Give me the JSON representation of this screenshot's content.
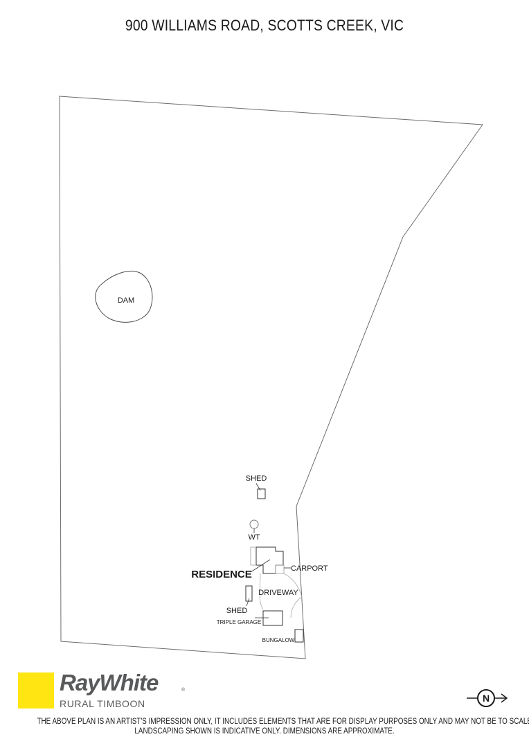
{
  "title": "900 WILLIAMS ROAD, SCOTTS CREEK, VIC",
  "plan": {
    "labels": {
      "dam": "DAM",
      "shed_north": "SHED",
      "water_tank": "WT",
      "residence": "RESIDENCE",
      "carport": "CARPORT",
      "driveway": "DRIVEWAY",
      "shed_south": "SHED",
      "triple_garage": "TRIPLE GARAGE",
      "bungalow": "BUNGALOW"
    }
  },
  "logo": {
    "brand": "RayWhite",
    "registered_mark": "®",
    "office": "RURAL TIMBOON",
    "accent_color": "#ffe512",
    "text_color": "#58595b"
  },
  "compass": {
    "letter": "N",
    "icon": "north-arrow-icon"
  },
  "disclaimer": {
    "line1": "THE ABOVE PLAN IS AN ARTIST'S IMPRESSION ONLY, IT INCLUDES ELEMENTS THAT ARE FOR DISPLAY PURPOSES ONLY AND MAY NOT BE TO SCALE.",
    "line2": "LANDSCAPING SHOWN IS INDICATIVE ONLY. DIMENSIONS ARE APPROXIMATE."
  }
}
